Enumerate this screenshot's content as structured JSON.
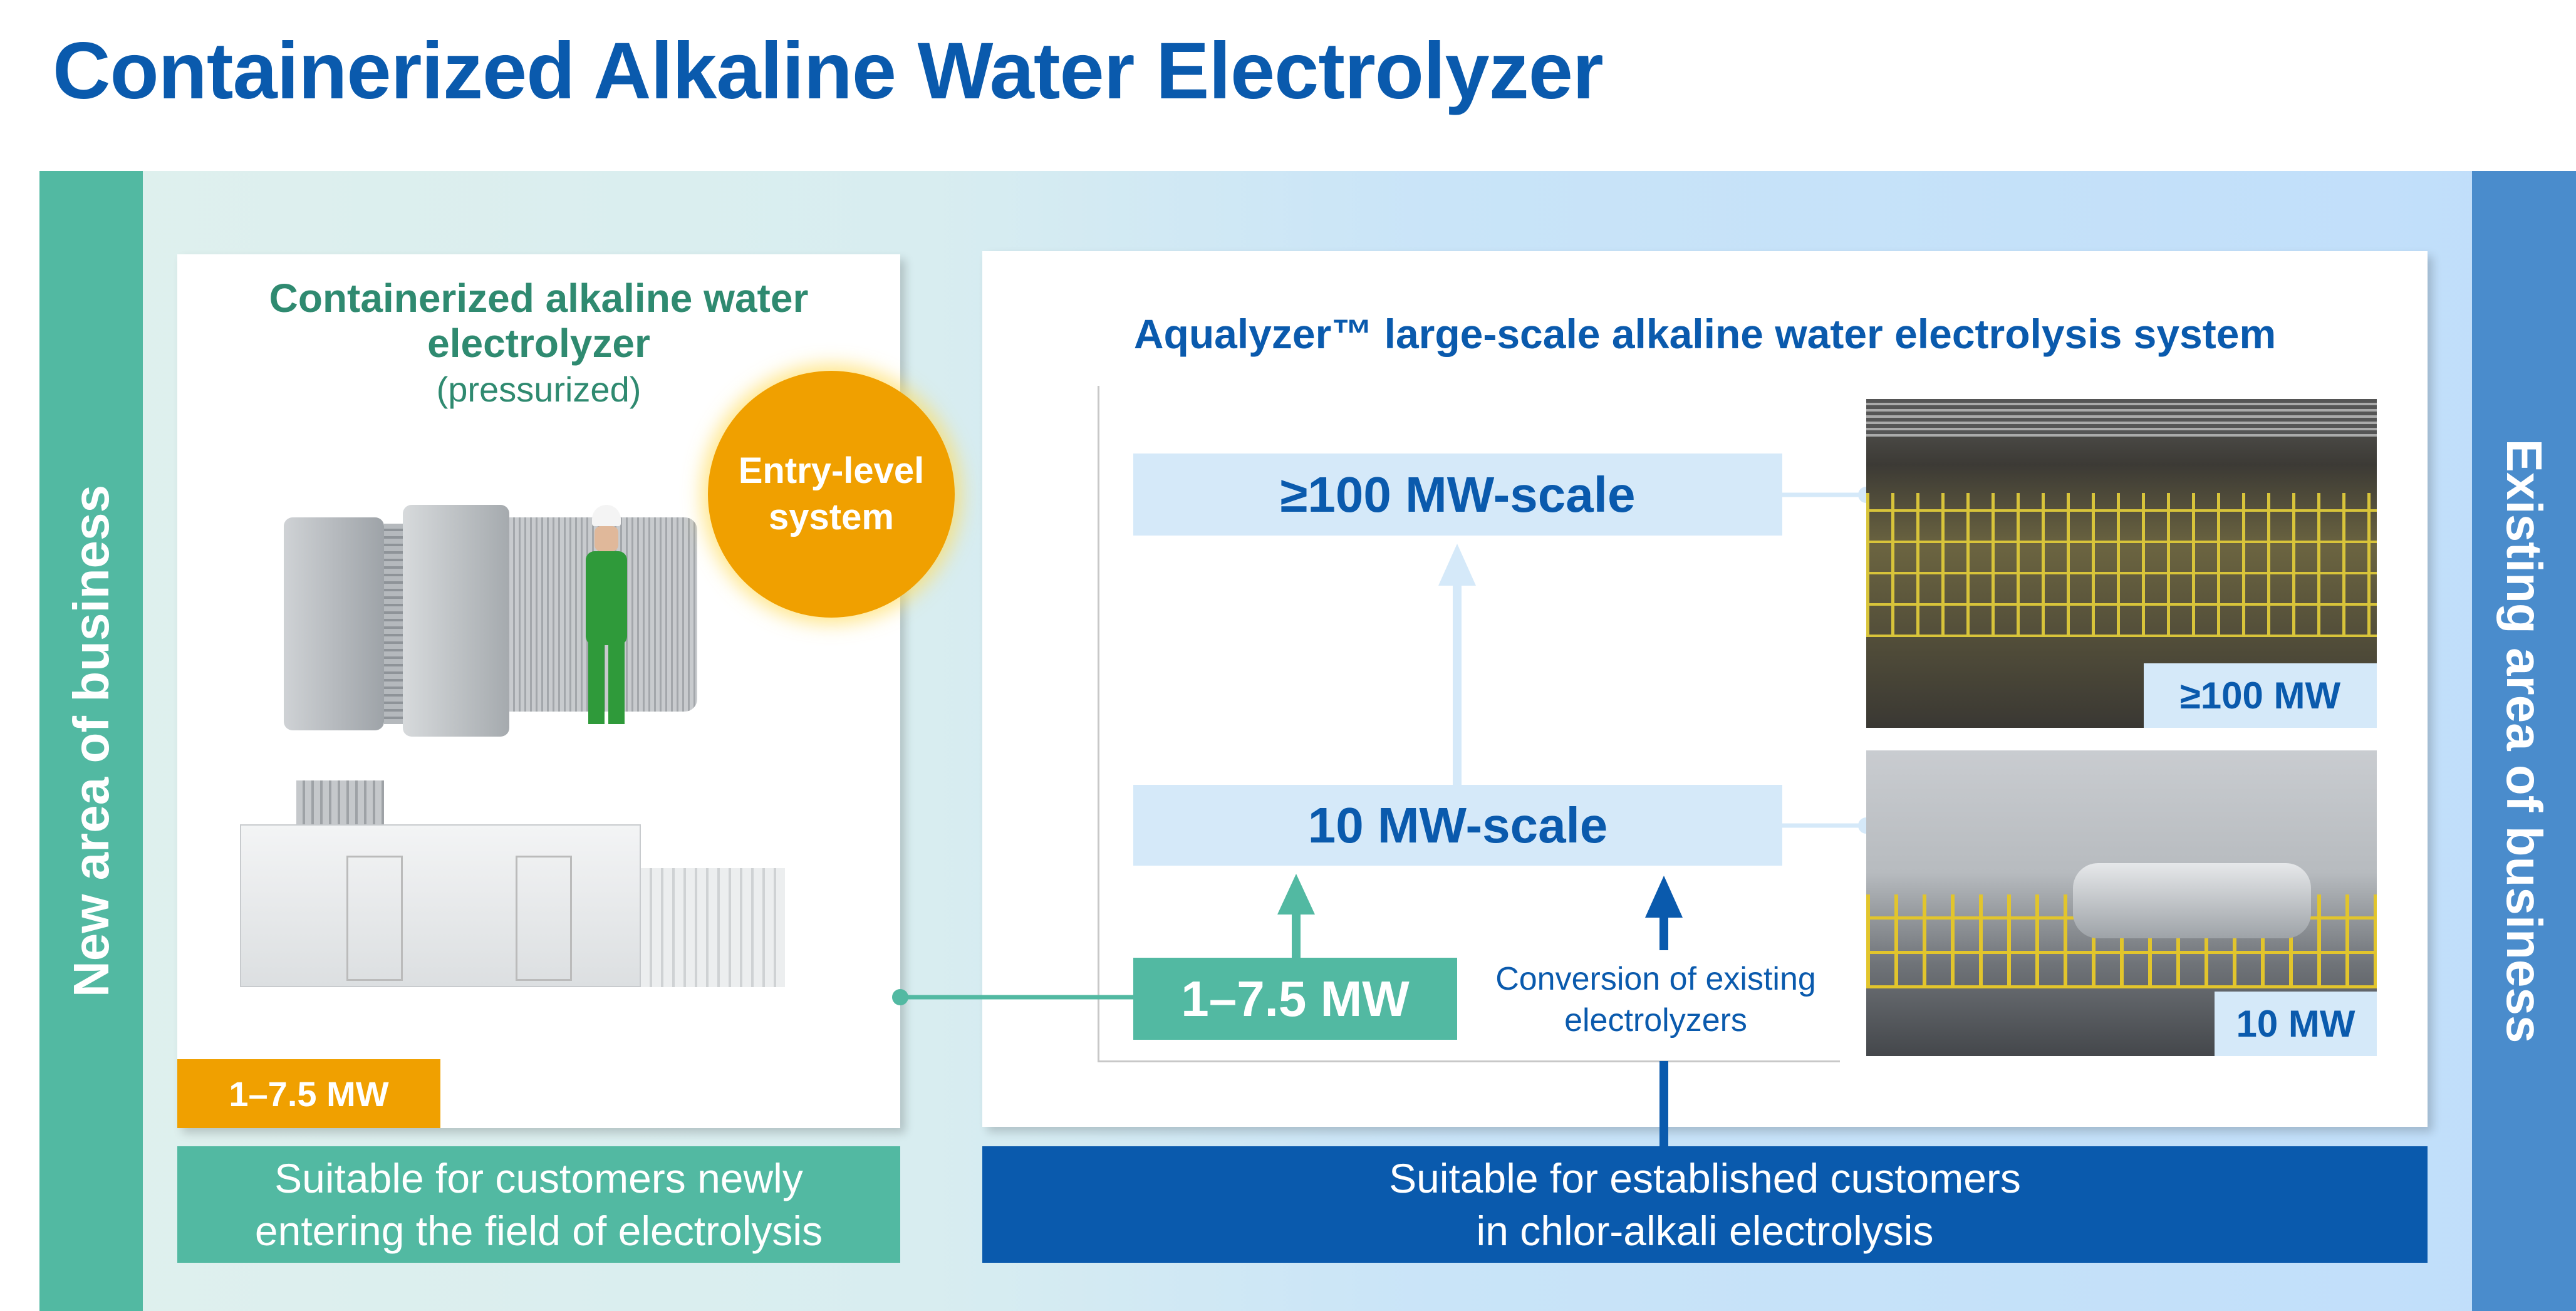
{
  "title": "Containerized Alkaline Water Electrolyzer",
  "side_labels": {
    "left": "New area of business",
    "right": "Existing area of business"
  },
  "left_card": {
    "title_line1": "Containerized alkaline water",
    "title_line2": "electrolyzer",
    "subtitle": "(pressurized)",
    "badge_line1": "Entry-level",
    "badge_line2": "system",
    "capacity_tag": "1–7.5 MW",
    "bottom_line1": "Suitable for customers newly",
    "bottom_line2": "entering the field of electrolysis"
  },
  "right_card": {
    "title": "Aqualyzer™ large-scale alkaline water electrolysis system",
    "box_top": "≥100 MW-scale",
    "box_mid": "10 MW-scale",
    "box_entry": "1–7.5 MW",
    "conversion_line1": "Conversion of existing",
    "conversion_line2": "electrolyzers",
    "photo_top_label": "≥100 MW",
    "photo_bottom_label": "10 MW",
    "bottom_line1": "Suitable for established customers",
    "bottom_line2": "in chlor-alkali electrolysis"
  },
  "colors": {
    "blue": "#0a5aad",
    "green": "#52b9a2",
    "orange": "#f0a000",
    "light_blue": "#d5e9f9"
  }
}
